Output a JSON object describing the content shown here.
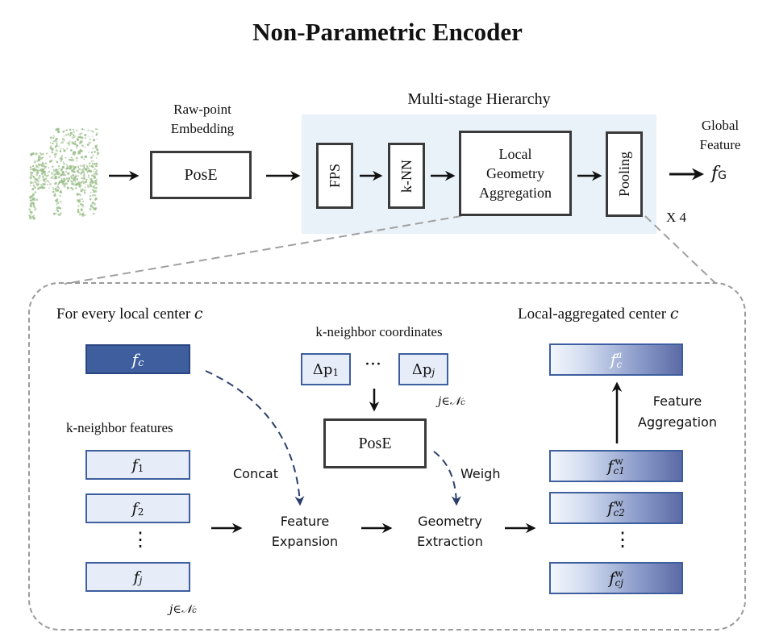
{
  "title": "Non-Parametric Encoder",
  "top": {
    "raw_point_label_1": "Raw-point",
    "raw_point_label_2": "Embedding",
    "pose": "PosE",
    "multistage_label": "Multi-stage Hierarchy",
    "fps": "FPS",
    "knn": "k-NN",
    "lga_1": "Local",
    "lga_2": "Geometry",
    "lga_3": "Aggregation",
    "pooling": "Pooling",
    "repeat": "X 4",
    "global_1": "Global",
    "global_2": "Feature",
    "global_symbol": "f",
    "global_sub": "G"
  },
  "detail": {
    "local_center_label": "For every local center",
    "local_center_var": "c",
    "fc_symbol": "f",
    "fc_sub": "c",
    "neighbor_coords_label": "k-neighbor coordinates",
    "delta1": "Δp",
    "delta1_sub": "1",
    "ellipsis_h": "···",
    "deltaj": "Δp",
    "deltaj_sub": "j",
    "j_in_nc_1": "j∈𝒩",
    "j_in_nc_sub": "c",
    "pose": "PosE",
    "neighbor_features_label": "k-neighbor features",
    "f1": "f",
    "f1_sub": "1",
    "f2": "f",
    "f2_sub": "2",
    "ellipsis_v": "⋮",
    "fj": "f",
    "fj_sub": "j",
    "concat": "Concat",
    "weigh": "Weigh",
    "feature_expansion_1": "Feature",
    "feature_expansion_2": "Expansion",
    "geometry_extraction_1": "Geometry",
    "geometry_extraction_2": "Extraction",
    "aggregated_label": "Local-aggregated center",
    "aggregated_var": "c",
    "fca_symbol": "f",
    "fca_sup": "a",
    "fca_sub": "c",
    "feature_aggregation_1": "Feature",
    "feature_aggregation_2": "Aggregation",
    "fw1_sup": "w",
    "fw1_sub": "c1",
    "fw2_sup": "w",
    "fw2_sub": "c2",
    "fwj_sup": "w",
    "fwj_sub": "cj"
  }
}
